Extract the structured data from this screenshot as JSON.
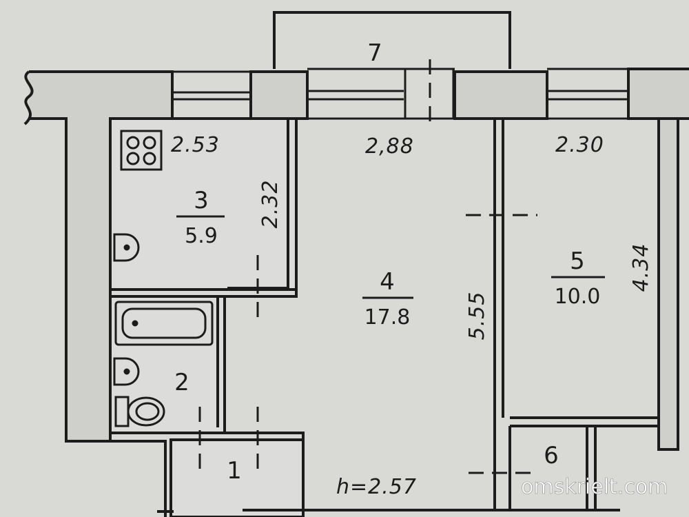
{
  "plan": {
    "rooms": [
      {
        "number": "1",
        "area": ""
      },
      {
        "number": "2",
        "area": ""
      },
      {
        "number": "3",
        "area": "5.9"
      },
      {
        "number": "4",
        "area": "17.8"
      },
      {
        "number": "5",
        "area": "10.0"
      },
      {
        "number": "6",
        "area": ""
      },
      {
        "number": "7",
        "area": ""
      }
    ],
    "dimensions": {
      "kitchen_width": "2.53",
      "kitchen_depth": "2.32",
      "living_width": "2,88",
      "living_depth": "5.55",
      "bedroom_width": "2.30",
      "bedroom_depth": "4.34"
    },
    "ceiling_height": "h=2.57"
  },
  "watermark": "omskrielt.com",
  "colors": {
    "background": "#d9d9d6",
    "ink": "#1c1c1c",
    "wall_fill": "#cfcfcc",
    "room_fill": "#dcdcda"
  }
}
